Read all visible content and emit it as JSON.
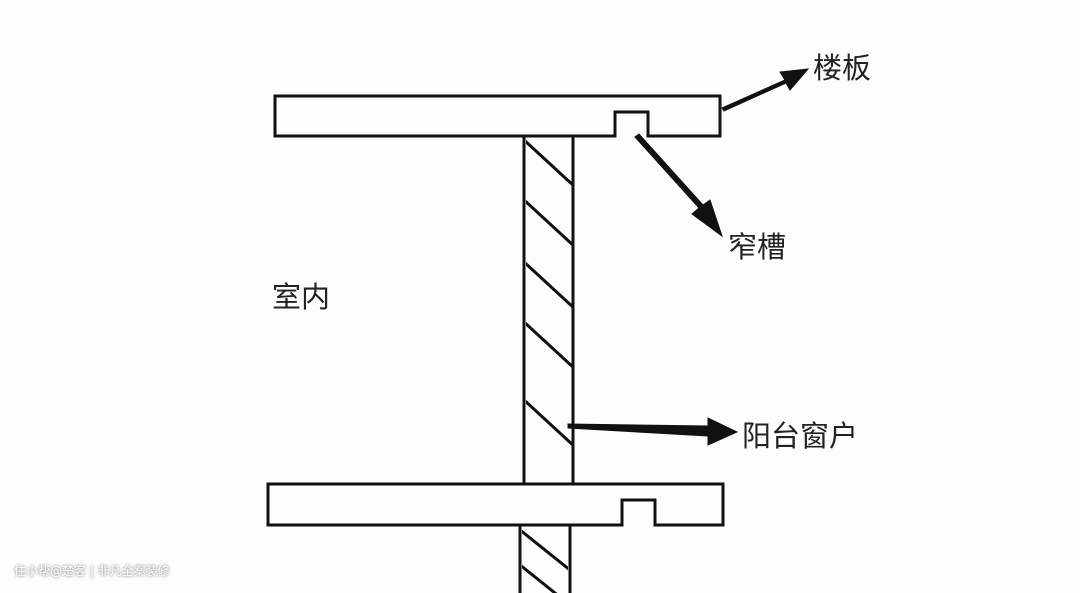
{
  "labels": {
    "floor_slab": "楼板",
    "narrow_groove": "窄槽",
    "indoor": "室内",
    "balcony_window": "阳台窗户"
  },
  "watermark": "住小帮@楚客 | 非凡全案装修",
  "colors": {
    "line": "#111111",
    "background": "#fdfdfd"
  }
}
